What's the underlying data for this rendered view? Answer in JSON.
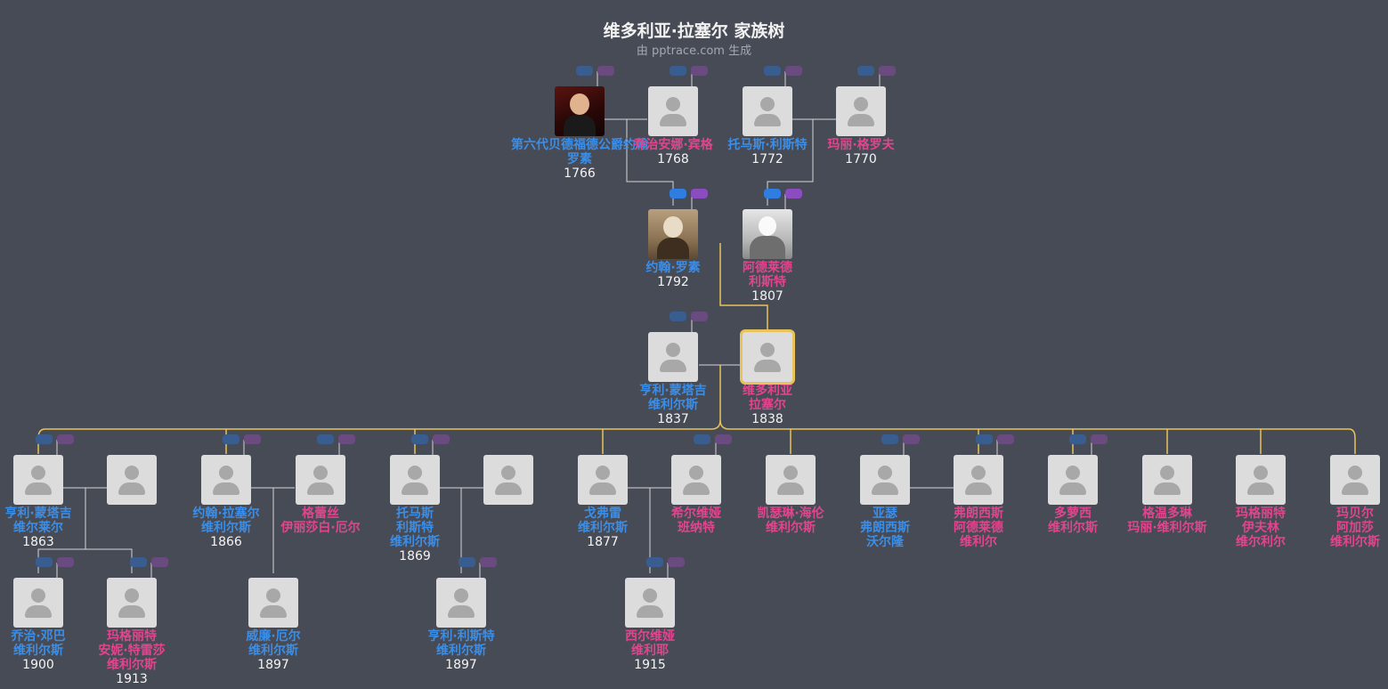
{
  "title": "维多利亚·拉塞尔 家族树",
  "subtitle": "由 pptrace.com 生成",
  "colors": {
    "background": "#474b55",
    "male": "#3b8ee8",
    "female": "#e0458e",
    "highlight_line": "#e8c25a",
    "line": "#d6d6d6"
  },
  "people": {
    "gen1_1": {
      "lines": [
        "第六代贝德福德公爵约翰",
        "罗素"
      ],
      "year": "1766",
      "gender": "male",
      "photo": "portrait-dark"
    },
    "gen1_2": {
      "lines": [
        "乔治安娜·宾格"
      ],
      "year": "1768",
      "gender": "female",
      "photo": "placeholder"
    },
    "gen1_3": {
      "lines": [
        "托马斯·利斯特"
      ],
      "year": "1772",
      "gender": "male",
      "photo": "placeholder"
    },
    "gen1_4": {
      "lines": [
        "玛丽·格罗夫"
      ],
      "year": "1770",
      "gender": "female",
      "photo": "placeholder"
    },
    "gen2_1": {
      "lines": [
        "约翰·罗素"
      ],
      "year": "1792",
      "gender": "male",
      "photo": "portrait-sepia"
    },
    "gen2_2": {
      "lines": [
        "阿德莱德",
        "利斯特"
      ],
      "year": "1807",
      "gender": "female",
      "photo": "portrait-bw"
    },
    "gen3_1": {
      "lines": [
        "亨利·蒙塔吉",
        "维利尔斯"
      ],
      "year": "1837",
      "gender": "male",
      "photo": "placeholder"
    },
    "gen3_2": {
      "lines": [
        "维多利亚",
        "拉塞尔"
      ],
      "year": "1838",
      "gender": "female",
      "photo": "placeholder",
      "selected": true
    },
    "c1": {
      "lines": [
        "亨利·蒙塔吉",
        "维尔莱尔"
      ],
      "year": "1863",
      "gender": "male",
      "photo": "placeholder"
    },
    "c1s": {
      "lines": [],
      "year": "",
      "gender": "male",
      "photo": "placeholder"
    },
    "c2": {
      "lines": [
        "约翰·拉塞尔",
        "维利尔斯"
      ],
      "year": "1866",
      "gender": "male",
      "photo": "placeholder"
    },
    "c2s": {
      "lines": [
        "格蕾丝",
        "伊丽莎白·厄尔"
      ],
      "year": "",
      "gender": "female",
      "photo": "placeholder"
    },
    "c3": {
      "lines": [
        "托马斯",
        "利斯特",
        "维利尔斯"
      ],
      "year": "1869",
      "gender": "male",
      "photo": "placeholder"
    },
    "c3s": {
      "lines": [],
      "year": "",
      "gender": "male",
      "photo": "placeholder"
    },
    "c4": {
      "lines": [
        "戈弗雷",
        "维利尔斯"
      ],
      "year": "1877",
      "gender": "male",
      "photo": "placeholder"
    },
    "c4s": {
      "lines": [
        "希尔维娅",
        "班纳特"
      ],
      "year": "",
      "gender": "female",
      "photo": "placeholder"
    },
    "c5": {
      "lines": [
        "凯瑟琳·海伦",
        "维利尔斯"
      ],
      "year": "",
      "gender": "female",
      "photo": "placeholder"
    },
    "c6s": {
      "lines": [
        "亚瑟",
        "弗朗西斯",
        "沃尔隆"
      ],
      "year": "",
      "gender": "male",
      "photo": "placeholder"
    },
    "c6": {
      "lines": [
        "弗朗西斯",
        "阿德莱德",
        "维利尔"
      ],
      "year": "",
      "gender": "female",
      "photo": "placeholder"
    },
    "c7": {
      "lines": [
        "多萝西",
        "维利尔斯"
      ],
      "year": "",
      "gender": "female",
      "photo": "placeholder"
    },
    "c8": {
      "lines": [
        "格温多琳",
        "玛丽·维利尔斯"
      ],
      "year": "",
      "gender": "female",
      "photo": "placeholder"
    },
    "c9": {
      "lines": [
        "玛格丽特",
        "伊夫林",
        "维尔利尔"
      ],
      "year": "",
      "gender": "female",
      "photo": "placeholder"
    },
    "c10": {
      "lines": [
        "玛贝尔",
        "阿加莎",
        "维利尔斯"
      ],
      "year": "",
      "gender": "female",
      "photo": "placeholder"
    },
    "g1": {
      "lines": [
        "乔治·邓巴",
        "维利尔斯"
      ],
      "year": "1900",
      "gender": "male",
      "photo": "placeholder"
    },
    "g2": {
      "lines": [
        "玛格丽特",
        "安妮·特雷莎",
        "维利尔斯"
      ],
      "year": "1913",
      "gender": "female",
      "photo": "placeholder"
    },
    "g3": {
      "lines": [
        "威廉·厄尔",
        "维利尔斯"
      ],
      "year": "1897",
      "gender": "male",
      "photo": "placeholder"
    },
    "g4": {
      "lines": [
        "亨利·利斯特",
        "维利尔斯"
      ],
      "year": "1897",
      "gender": "male",
      "photo": "placeholder"
    },
    "g5": {
      "lines": [
        "西尔维娅",
        "维利耶"
      ],
      "year": "1915",
      "gender": "female",
      "photo": "placeholder"
    }
  }
}
